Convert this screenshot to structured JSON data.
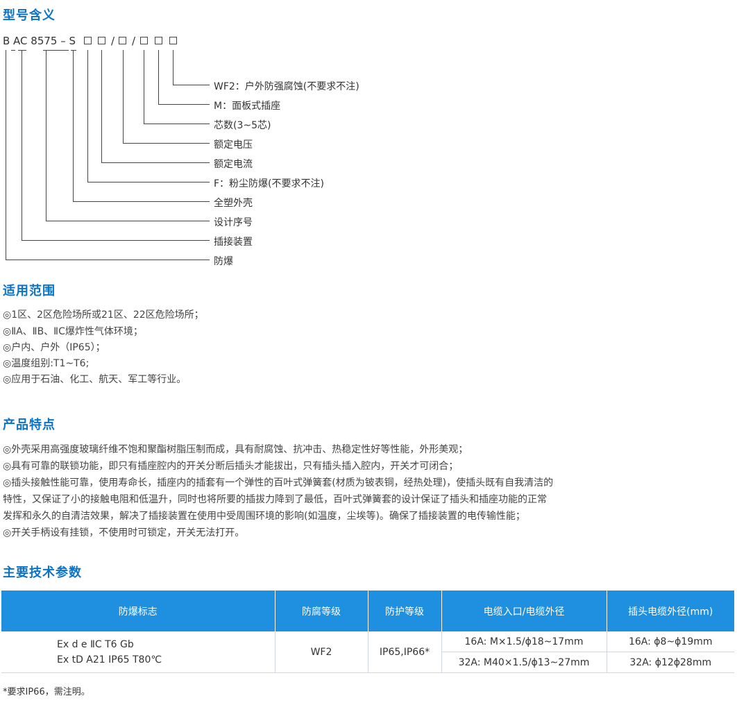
{
  "sections": {
    "model_meaning": "型号含义",
    "scope": "适用范围",
    "features": "产品特点",
    "params": "主要技术参数"
  },
  "model_code": {
    "prefix": "B AC 8575 – S",
    "sep1": "/",
    "sep2": "/"
  },
  "legend": [
    "WF2：户外防强腐蚀(不要求不注)",
    "M：面板式插座",
    "芯数(3~5芯)",
    "额定电压",
    "额定电流",
    "F：粉尘防爆(不要求不注)",
    "全塑外壳",
    "设计序号",
    "插接装置",
    "防爆"
  ],
  "scope_items": [
    "◎1区、2区危险场所或21区、22区危险场所；",
    "◎ⅡA、ⅡB、ⅡC爆炸性气体环境；",
    "◎户内、户外（IP65）；",
    "◎温度组别:T1~T6;",
    "◎应用于石油、化工、航天、军工等行业。"
  ],
  "feature_lines": [
    "◎外壳采用高强度玻璃纤维不饱和聚酯树脂压制而成，具有耐腐蚀、抗冲击、热稳定性好等性能，外形美观；",
    "◎具有可靠的联锁功能，即只有插座腔内的开关分断后插头才能拔出，只有插头插入腔内，开关才可闭合；",
    "◎插头接触性能可靠，使用寿命长，插座内的插套有一个弹性的百叶式弹簧套(材质为铍表铜，经热处理)，使插头既有自我清洁的",
    "特性，又保证了小的接触电阻和低温升，同时也将所要的插拔力降到了最低，百叶式弹簧套的设计保证了插头和插座功能的正常",
    "发挥和永久的自清洁效果，解决了插接装置在使用中受周围环境的影响(如温度，尘埃等)。确保了插接装置的电传输性能；",
    "◎开关手柄设有挂锁，不使用时可锁定，开关无法打开。"
  ],
  "table": {
    "headers": [
      "防爆标志",
      "防腐等级",
      "防护等级",
      "电缆入口/电缆外径",
      "插头电缆外径(mm)"
    ],
    "marking_line1": "Ex d e ⅡC T6 Gb",
    "marking_line2": "Ex tD A21 IP65 T80℃",
    "corrosion": "WF2",
    "protection": "IP65,IP66*",
    "entry_16a": "16A: M×1.5/ϕ18~17mm",
    "entry_32a": "32A: M40×1.5/ϕ13~27mm",
    "plug_16a": "16A: ϕ8~ϕ19mm",
    "plug_32a": "32A: ϕ12ϕ28mm"
  },
  "footnote": "*要求IP66，需注明。",
  "colors": {
    "heading": "#0a73c9",
    "table_header_bg": "#1f8fe0",
    "table_header_text": "#ffffff"
  }
}
